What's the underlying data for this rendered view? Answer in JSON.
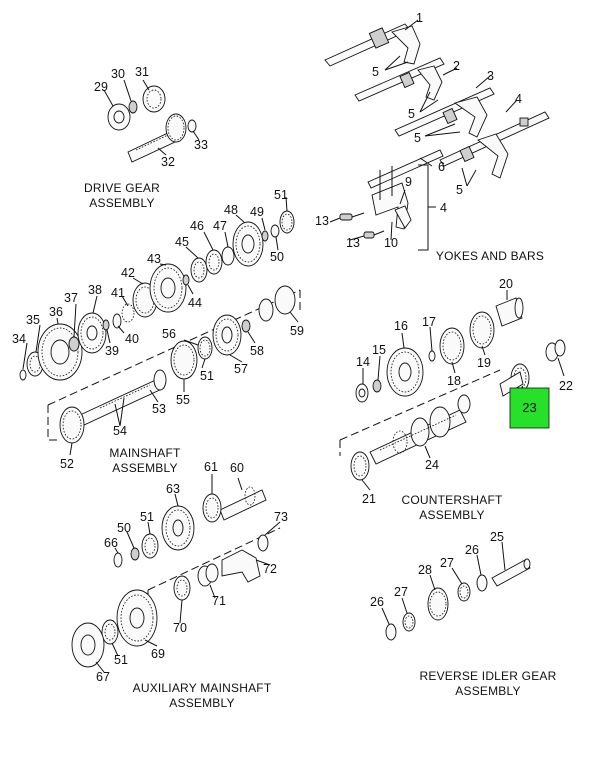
{
  "highlight_color": "#26e02a",
  "assemblies": {
    "drive_gear": [
      "DRIVE GEAR",
      "ASSEMBLY"
    ],
    "yokes_bars": [
      "YOKES AND BARS"
    ],
    "mainshaft": [
      "MAINSHAFT",
      "ASSEMBLY"
    ],
    "countershaft": [
      "COUNTERSHAFT",
      "ASSEMBLY"
    ],
    "auxiliary_mainshaft": [
      "AUXILIARY MAINSHAFT",
      "ASSEMBLY"
    ],
    "reverse_idler_gear": [
      "REVERSE IDLER GEAR",
      "ASSEMBLY"
    ]
  },
  "callouts": {
    "c1": "1",
    "c2": "2",
    "c3": "3",
    "c4a": "4",
    "c5a": "5",
    "c5b": "5",
    "c5c": "5",
    "c5d": "5",
    "c6": "6",
    "c9": "9",
    "c10": "10",
    "c13a": "13",
    "c13b": "13",
    "c4b": "4",
    "c29": "29",
    "c30": "30",
    "c31": "31",
    "c32": "32",
    "c33": "33",
    "c34": "34",
    "c35": "35",
    "c36": "36",
    "c37": "37",
    "c38": "38",
    "c39": "39",
    "c40": "40",
    "c41": "41",
    "c42": "42",
    "c43": "43",
    "c44": "44",
    "c45": "45",
    "c46": "46",
    "c47": "47",
    "c48": "48",
    "c49": "49",
    "c50a": "50",
    "c51a": "51",
    "c51b": "51",
    "c52": "52",
    "c53": "53",
    "c54": "54",
    "c55": "55",
    "c56": "56",
    "c57": "57",
    "c58": "58",
    "c59": "59",
    "c14": "14",
    "c15": "15",
    "c16": "16",
    "c17": "17",
    "c18": "18",
    "c19": "19",
    "c20": "20",
    "c21": "21",
    "c22": "22",
    "c23": "23",
    "c24": "24",
    "c60": "60",
    "c61": "61",
    "c63": "63",
    "c66": "66",
    "c50b": "50",
    "c51c": "51",
    "c73": "73",
    "c72": "72",
    "c71": "71",
    "c70": "70",
    "c69": "69",
    "c51d": "51",
    "c67": "67",
    "c25": "25",
    "c26a": "26",
    "c26b": "26",
    "c27a": "27",
    "c27b": "27",
    "c28": "28"
  }
}
